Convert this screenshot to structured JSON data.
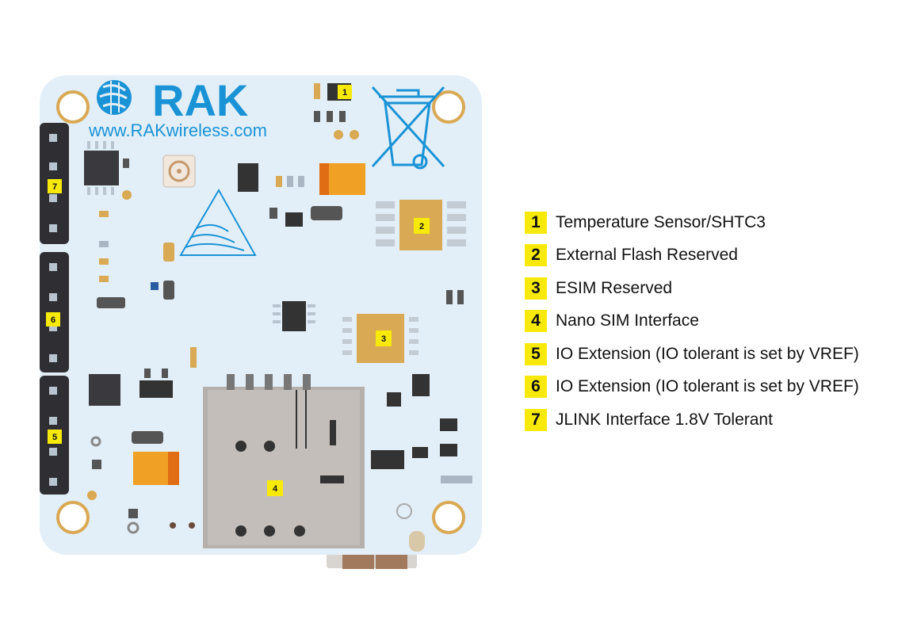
{
  "board": {
    "brand": "RAK",
    "website": "www.RAKwireless.com",
    "colors": {
      "pcb": "#e3eff8",
      "brand_blue": "#1a93d6",
      "header": "#2f2f33",
      "marker": "#f7ea0a",
      "sim_metal": "#b5b0ab",
      "gold": "#d9a953",
      "capacitor": "#f0a024"
    },
    "markers": [
      {
        "id": "1",
        "label": "1"
      },
      {
        "id": "2",
        "label": "2"
      },
      {
        "id": "3",
        "label": "3"
      },
      {
        "id": "4",
        "label": "4"
      },
      {
        "id": "5",
        "label": "5"
      },
      {
        "id": "6",
        "label": "6"
      },
      {
        "id": "7",
        "label": "7"
      }
    ]
  },
  "legend": [
    {
      "num": "1",
      "text": "Temperature Sensor/SHTC3"
    },
    {
      "num": "2",
      "text": "External Flash Reserved"
    },
    {
      "num": "3",
      "text": "ESIM Reserved"
    },
    {
      "num": "4",
      "text": "Nano SIM Interface"
    },
    {
      "num": "5",
      "text": "IO Extension (IO tolerant is set by VREF)"
    },
    {
      "num": "6",
      "text": "IO Extension (IO tolerant is set by VREF)"
    },
    {
      "num": "7",
      "text": "JLINK Interface 1.8V Tolerant"
    }
  ]
}
